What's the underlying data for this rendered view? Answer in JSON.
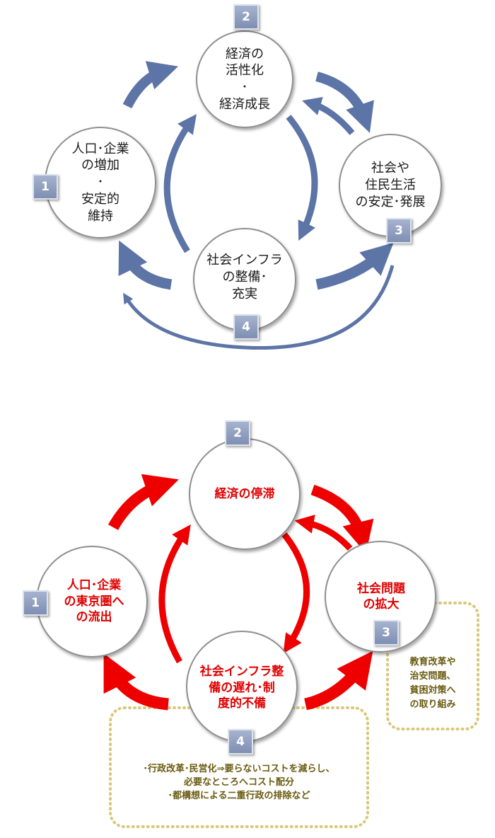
{
  "top_cycle": {
    "node1": {
      "number": "1",
      "label": "人口･企業\nの増加\n･\n安定的\n維持"
    },
    "node2": {
      "number": "2",
      "label": "経済の\n活性化\n･\n経済成長"
    },
    "node3": {
      "number": "3",
      "label": "社会や\n住民生活\nの安定･発展"
    },
    "node4": {
      "number": "4",
      "label": "社会インフラ\nの整備･\n充実"
    },
    "arrow_color": "#5c74a6"
  },
  "bottom_cycle": {
    "node1": {
      "number": "1",
      "label": "人口･企業\nの東京圏へ\nの流出"
    },
    "node2": {
      "number": "2",
      "label": "経済の停滞"
    },
    "node3": {
      "number": "3",
      "label": "社会問題\nの拡大"
    },
    "node4": {
      "number": "4",
      "label": "社会インフラ整\n備の遅れ･制\n度的不備"
    },
    "arrow_color": "#ee0000",
    "note_side": "教育改革や\n治安問題、\n貧困対策へ\nの取り組み",
    "note_bottom": "･行政改革･民営化⇒要らないコストを減らし、\n必要なところへコスト配分\n･都構想による二重行政の排除など",
    "note_border_color": "#d8c87a"
  }
}
